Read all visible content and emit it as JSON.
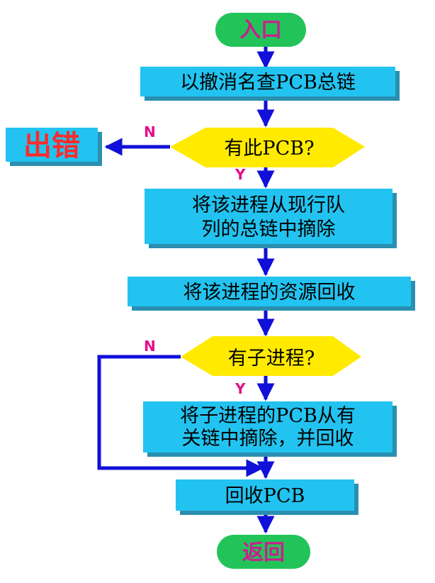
{
  "diagram": {
    "start": "入口",
    "step1": "以撤消名查PCB总链",
    "error": "出错",
    "decision1": "有此PCB?",
    "no1": "N",
    "yes1": "Y",
    "step2_line1": "将该进程从现行队",
    "step2_line2": "列的总链中摘除",
    "step3": "将该进程的资源回收",
    "decision2": "有子进程?",
    "no2": "N",
    "yes2": "Y",
    "step4_line1": "将子进程的PCB从有",
    "step4_line2": "关链中摘除，并回收",
    "step5": "回收PCB",
    "end": "返回"
  },
  "colors": {
    "box_fill": "#22c3f0",
    "box_shadow": "#2a8fb0",
    "terminal_fill": "#22c45a",
    "decision_fill": "#ffea00",
    "arrow": "#1010d8",
    "yes_no_label": "#e0108a",
    "error_text": "#ff2a2a"
  }
}
